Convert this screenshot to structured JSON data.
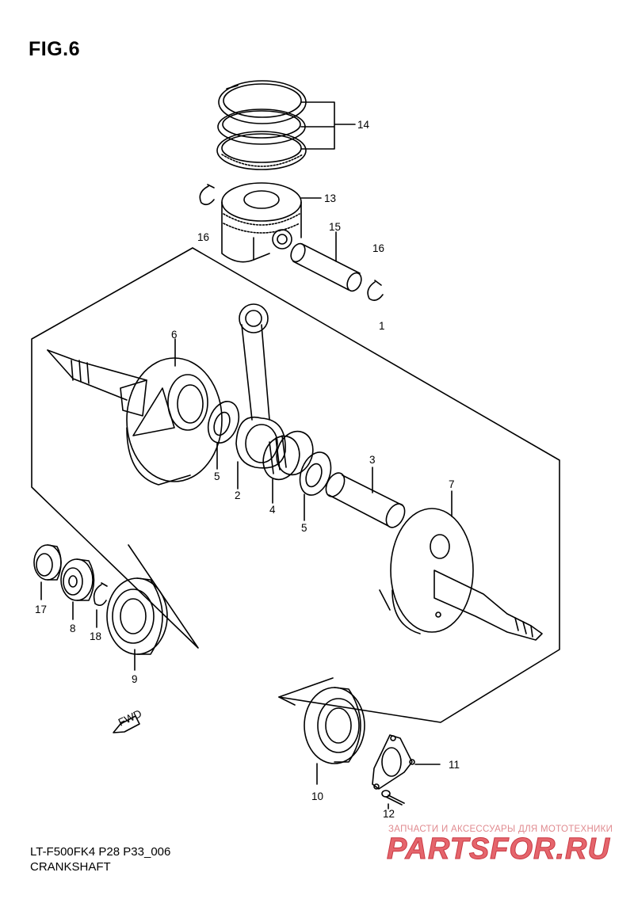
{
  "figure": {
    "title": "FIG.6",
    "model_code": "LT-F500FK4 P28 P33_006",
    "name": "CRANKSHAFT"
  },
  "direction_badge": "FWD",
  "callouts": [
    {
      "label": "14",
      "part": "piston-ring-set"
    },
    {
      "label": "13",
      "part": "piston"
    },
    {
      "label": "16",
      "part": "piston-pin-circlip"
    },
    {
      "label": "15",
      "part": "piston-pin"
    },
    {
      "label": "16",
      "part": "piston-pin-circlip"
    },
    {
      "label": "1",
      "part": "crankshaft-assembly"
    },
    {
      "label": "6",
      "part": "crank-left"
    },
    {
      "label": "5",
      "part": "thrust-washer"
    },
    {
      "label": "2",
      "part": "connecting-rod"
    },
    {
      "label": "4",
      "part": "crank-pin-bearing"
    },
    {
      "label": "5",
      "part": "thrust-washer"
    },
    {
      "label": "3",
      "part": "crank-pin"
    },
    {
      "label": "7",
      "part": "crank-right"
    },
    {
      "label": "17",
      "part": "oil-seal"
    },
    {
      "label": "8",
      "part": "bearing"
    },
    {
      "label": "18",
      "part": "circlip"
    },
    {
      "label": "9",
      "part": "crankshaft-bearing-left"
    },
    {
      "label": "10",
      "part": "crankshaft-bearing-right"
    },
    {
      "label": "11",
      "part": "bearing-retainer"
    },
    {
      "label": "12",
      "part": "screw"
    }
  ],
  "watermark": {
    "tagline": "ЗАПЧАСТИ И АКСЕССУАРЫ ДЛЯ МОТОТЕХНИКИ",
    "brand": "PARTSFOR.RU"
  },
  "colors": {
    "line": "#000000",
    "background": "#ffffff",
    "watermark": "#e5656c"
  }
}
